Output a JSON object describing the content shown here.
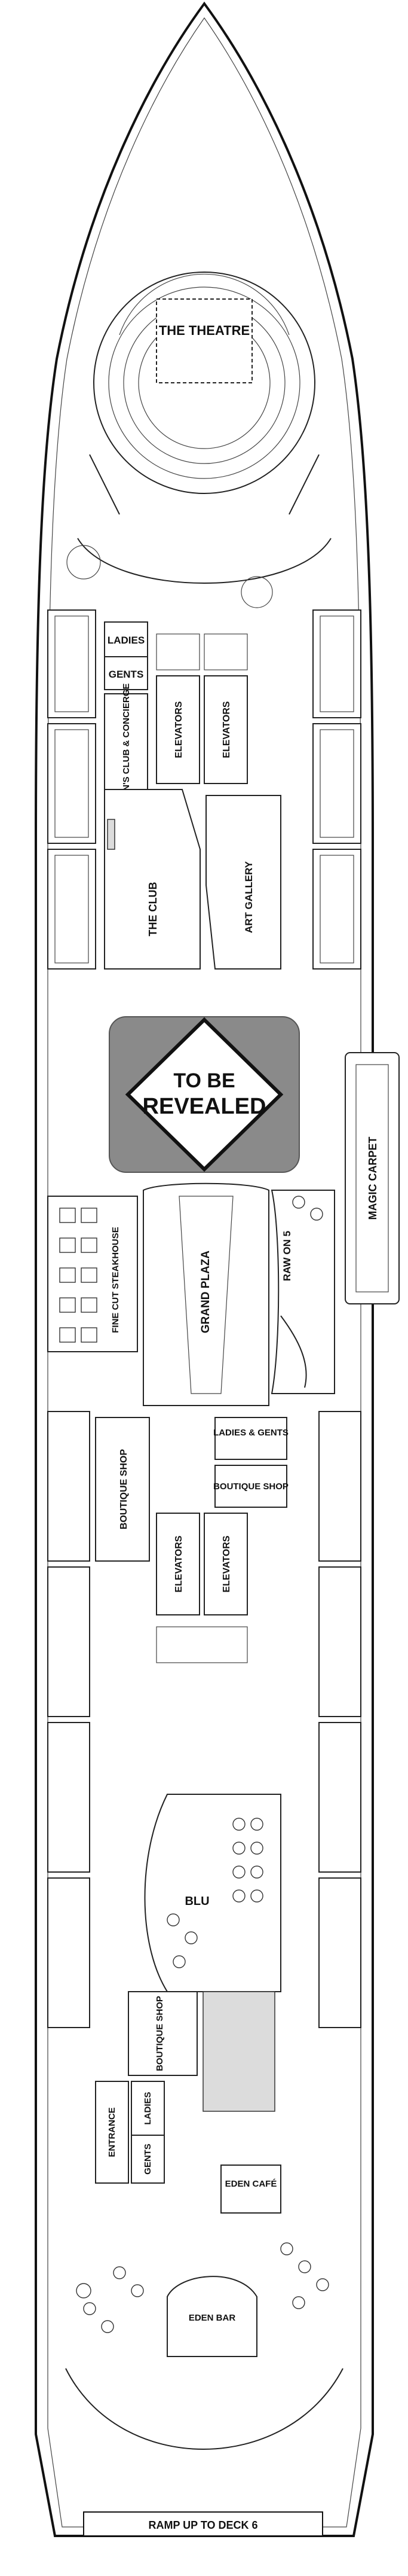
{
  "deck_plan": {
    "venues": {
      "theatre": "THE THEATRE",
      "ladies_fwd": "LADIES",
      "gents_fwd": "GENTS",
      "captains_club": "CAPTAIN'S CLUB & CONCIERGE",
      "elevators_fwd_1": "ELEVATORS",
      "elevators_fwd_2": "ELEVATORS",
      "the_club": "THE CLUB",
      "art_gallery": "ART GALLERY",
      "to_be_revealed_1": "TO BE",
      "to_be_revealed_2": "REVEALED",
      "fine_cut": "FINE CUT STEAKHOUSE",
      "grand_plaza": "GRAND PLAZA",
      "raw_on_5": "RAW ON 5",
      "magic_carpet": "MAGIC CARPET",
      "boutique_shop_1": "BOUTIQUE SHOP",
      "ladies_gents_mid": "LADIES & GENTS",
      "boutique_shop_2": "BOUTIQUE SHOP",
      "elevators_mid_1": "ELEVATORS",
      "elevators_mid_2": "ELEVATORS",
      "blu": "BLU",
      "boutique_shop_3": "BOUTIQUE SHOP",
      "ladies_aft": "LADIES",
      "entrance": "ENTRANCE",
      "gents_aft": "GENTS",
      "eden_cafe": "EDEN CAFÉ",
      "eden_bar": "EDEN BAR",
      "ramp": "RAMP UP TO DECK 6"
    }
  }
}
